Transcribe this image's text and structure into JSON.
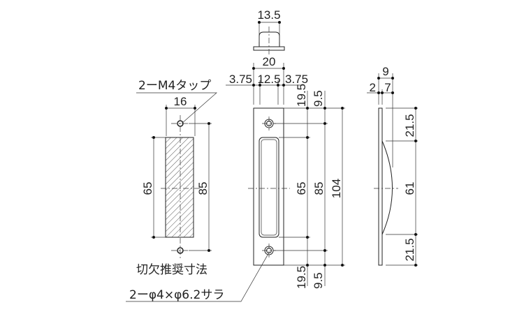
{
  "labels": {
    "tap": "2ーM4タップ",
    "cutout": "切欠推奨寸法",
    "hole": "2ーφ4×φ6.2サラ"
  },
  "dims": {
    "top_width": "13.5",
    "front_width": "20",
    "front_left": "3.75",
    "front_mid": "12.5",
    "front_right": "3.75",
    "front_top_a": "19.5",
    "front_top_b": "9.5",
    "front_bot_a": "19.5",
    "front_bot_b": "9.5",
    "front_65": "65",
    "front_85": "85",
    "front_104": "104",
    "cut_16": "16",
    "cut_65": "65",
    "cut_85": "85",
    "side_9": "9",
    "side_2": "2",
    "side_7": "7",
    "side_top": "21.5",
    "side_mid": "61",
    "side_bot": "21.5"
  }
}
